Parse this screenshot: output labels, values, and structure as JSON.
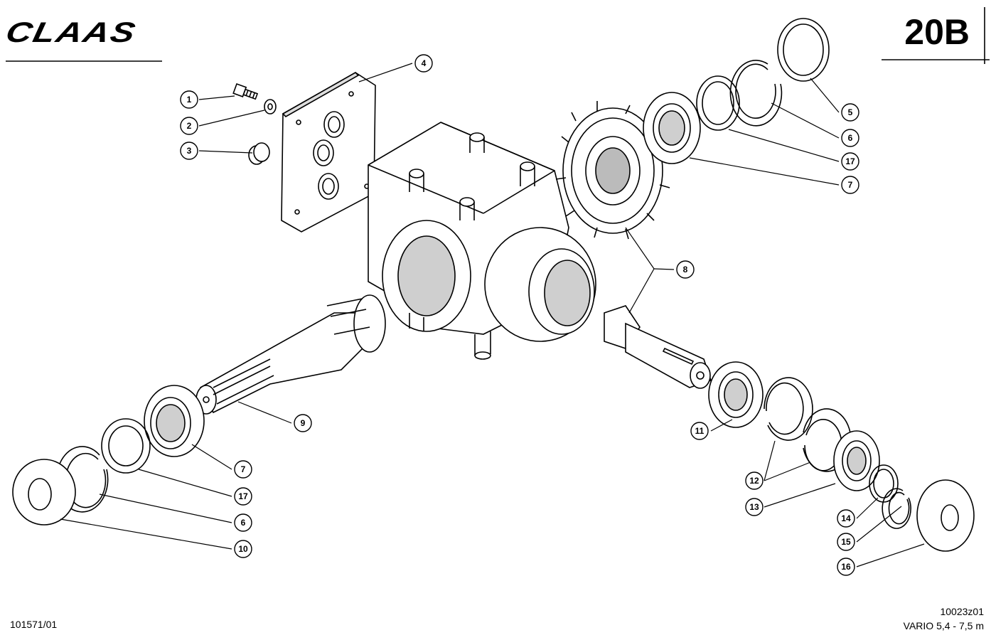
{
  "header": {
    "brand": "CLAAS",
    "page_number": "20B"
  },
  "footer": {
    "document_number": "101571/01",
    "figure_number": "10023z01",
    "model": "VARIO 5,4 - 7,5 m"
  },
  "callouts": [
    "1",
    "2",
    "3",
    "4",
    "5",
    "6",
    "17",
    "7",
    "8",
    "9",
    "7",
    "17",
    "6",
    "10",
    "11",
    "12",
    "13",
    "14",
    "15",
    "16"
  ],
  "colors": {
    "ink": "#000000",
    "paper": "#ffffff",
    "shade": "#9a9a9a"
  }
}
